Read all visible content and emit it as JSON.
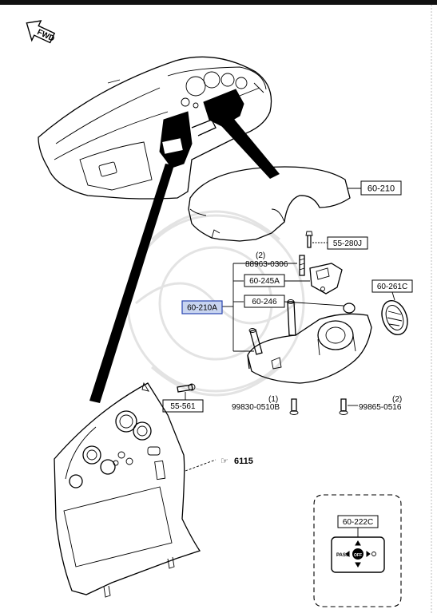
{
  "direction_label": "FWD",
  "callouts": {
    "trim_panel": "60-210",
    "screw_top": "55-280J",
    "screw_spec_qty": "(2)",
    "screw_spec": "88963-0306",
    "bracket": "60-245A",
    "cover_assembly": "60-210A",
    "trim_piece": "60-246",
    "cap": "60-261C",
    "bolt_left": "55-561",
    "screw_bottom_left_qty": "(1)",
    "screw_bottom_left": "99830-0510B",
    "screw_bottom_right_qty": "(2)",
    "screw_bottom_right": "99865-0516",
    "reference_symbol": "☞",
    "reference_number": "6115"
  },
  "inset": {
    "callout": "60-222C",
    "switch_left_text": "PASS",
    "switch_center_text": "OFF"
  },
  "colors": {
    "highlight_fill": "#c8d4f0",
    "highlight_border": "#2a45b0",
    "line": "#000000"
  }
}
